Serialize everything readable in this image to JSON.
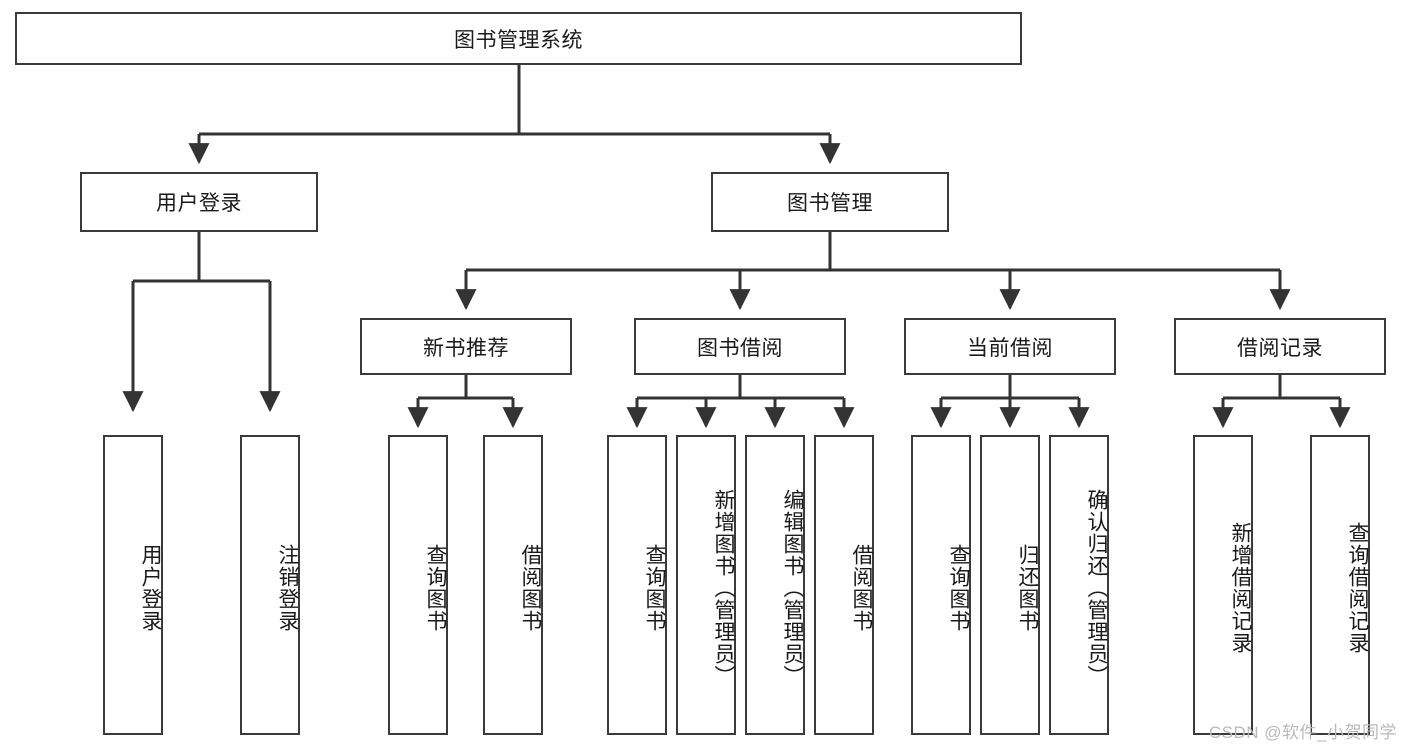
{
  "diagram": {
    "title_node": {
      "label": "图书管理系统"
    },
    "level1": [
      {
        "id": "user-login",
        "label": "用户登录"
      },
      {
        "id": "book-manage",
        "label": "图书管理"
      }
    ],
    "level2": [
      {
        "id": "new-book-recommend",
        "label": "新书推荐"
      },
      {
        "id": "book-borrow",
        "label": "图书借阅"
      },
      {
        "id": "current-borrow",
        "label": "当前借阅"
      },
      {
        "id": "borrow-record",
        "label": "借阅记录"
      }
    ],
    "leaves": [
      {
        "id": "leaf-user-login",
        "label": "用户登录"
      },
      {
        "id": "leaf-logout-login",
        "label": "注销登录"
      },
      {
        "id": "leaf-query-book-1",
        "label": "查询图书"
      },
      {
        "id": "leaf-borrow-book-1",
        "label": "借阅图书"
      },
      {
        "id": "leaf-query-book-2",
        "label": "查询图书"
      },
      {
        "id": "leaf-add-book",
        "label": "新增图书（管理员）"
      },
      {
        "id": "leaf-edit-book",
        "label": "编辑图书（管理员）"
      },
      {
        "id": "leaf-borrow-book-2",
        "label": "借阅图书"
      },
      {
        "id": "leaf-query-book-3",
        "label": "查询图书"
      },
      {
        "id": "leaf-return-book",
        "label": "归还图书"
      },
      {
        "id": "leaf-confirm-return",
        "label": "确认归还（管理员）"
      },
      {
        "id": "leaf-add-record",
        "label": "新增借阅记录"
      },
      {
        "id": "leaf-query-record",
        "label": "查询借阅记录"
      }
    ],
    "watermark": "CSDN @软件_小贺同学",
    "colors": {
      "border": "#3a3a3a",
      "background": "#ffffff",
      "text": "#1a1a1a",
      "connector": "#333333",
      "watermark": "#b9b9b9"
    }
  }
}
